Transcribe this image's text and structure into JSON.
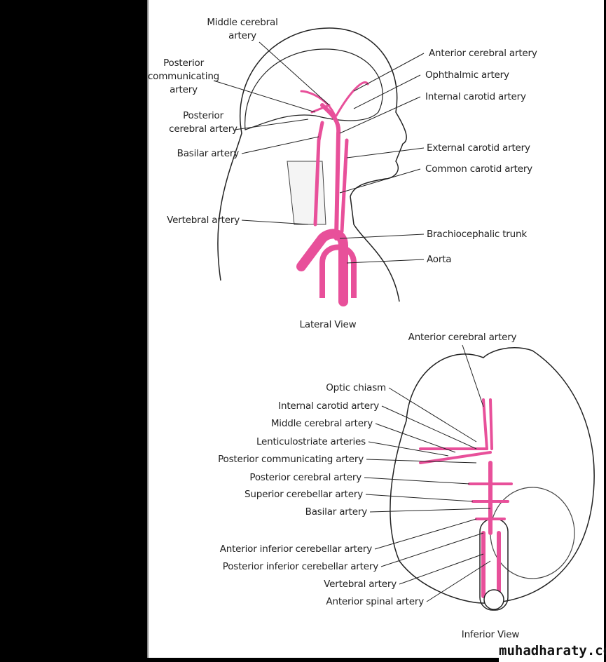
{
  "lateral": {
    "title": "Lateral View",
    "left_labels": {
      "middle_cerebral": [
        "Middle cerebral",
        "artery"
      ],
      "posterior_communicating": [
        "Posterior",
        "communicating",
        "artery"
      ],
      "posterior_cerebral": [
        "Posterior",
        "cerebral artery"
      ],
      "basilar": "Basilar artery",
      "vertebral": "Vertebral artery"
    },
    "right_labels": [
      "Anterior cerebral artery",
      "Ophthalmic artery",
      "Internal carotid artery",
      "External carotid artery",
      "Common carotid artery",
      "Brachiocephalic trunk",
      "Aorta"
    ]
  },
  "inferior": {
    "title": "Inferior View",
    "top_label": "Anterior cerebral artery",
    "left_labels": [
      "Optic chiasm",
      "Internal carotid artery",
      "Middle cerebral artery",
      "Lenticulostriate arteries",
      "Posterior communicating artery",
      "Posterior cerebral artery",
      "Superior cerebellar artery",
      "Basilar artery",
      "Anterior inferior cerebellar artery",
      "Posterior inferior cerebellar artery",
      "Vertebral artery",
      "Anterior spinal artery"
    ]
  },
  "watermark": "muhadharaty.com",
  "colors": {
    "artery": "#e8509a",
    "line": "#222222"
  }
}
